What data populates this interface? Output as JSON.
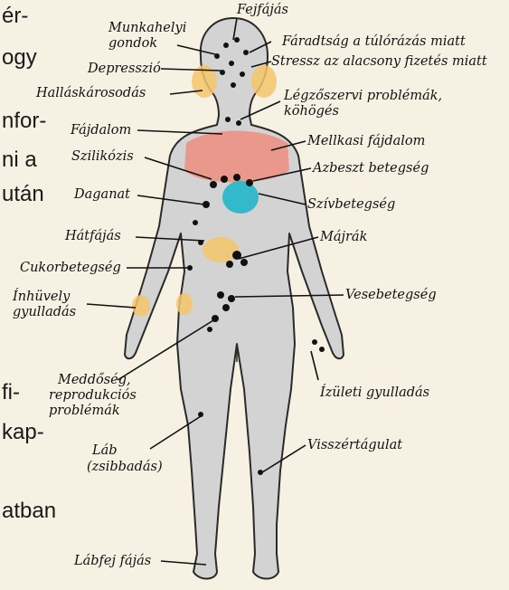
{
  "side_text": [
    "ér-",
    "ogy",
    "nfor-",
    "ni a",
    "után",
    "fi-",
    "kap-",
    "atban"
  ],
  "labels": {
    "fejfajas": "Fejfájás",
    "munkahelyi1": "Munkahelyi",
    "munkahelyi2": "gondok",
    "faradtsag": "Fáradtság a túlórázás miatt",
    "stressz": "Stressz az alacsony fizetés miatt",
    "depresszio": "Depresszió",
    "hallas": "Halláskárosodás",
    "legzo1": "Légzőszervi problémák,",
    "legzo2": "köhögés",
    "fajdalom": "Fájdalom",
    "mellkasi": "Mellkasi fájdalom",
    "szilikozis": "Szilikózis",
    "azbeszt": "Azbeszt betegség",
    "daganat": "Daganat",
    "sziv": "Szívbetegség",
    "hat": "Hátfájás",
    "majrak": "Májrák",
    "cukor": "Cukorbetegség",
    "ineh1": "Ínhüvely",
    "ineh2": "gyulladás",
    "vese": "Vesebetegség",
    "medd1": "Meddőség,",
    "medd2": "reprodukciós",
    "medd3": "problémák",
    "izuleti": "Ízületi gyulladás",
    "lab1": "Láb",
    "lab2": "(zsibbadás)",
    "visszer": "Visszértágulat",
    "labfej": "Lábfej fájás"
  },
  "colors": {
    "background": "#f6f1e2",
    "body": "#d3d3d3",
    "chest": "#f08a7a",
    "heart": "#21b6c8",
    "yellow": "#f4c56a"
  }
}
